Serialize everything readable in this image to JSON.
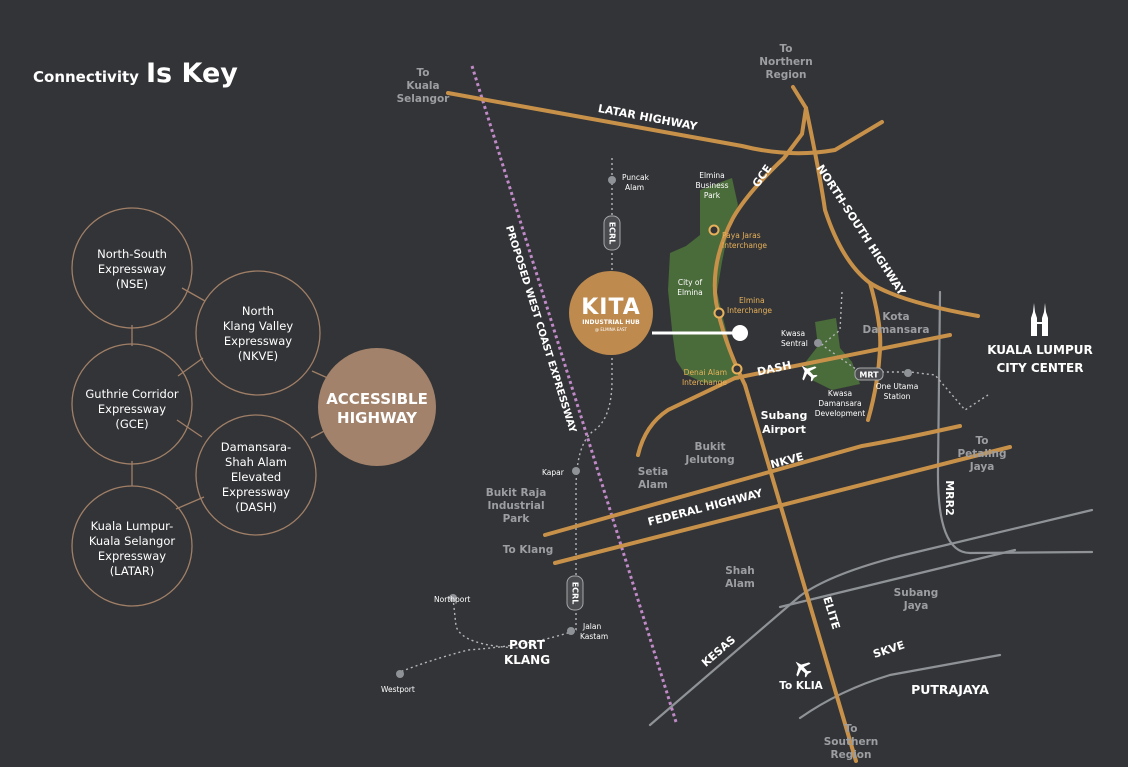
{
  "title": {
    "part1": "Connectivity",
    "part2": "Is Key"
  },
  "colors": {
    "background": "#333437",
    "highway": "#c8914a",
    "minor_road": "#8f9397",
    "proposed_expressway": "#c08ac8",
    "development_area": "#4a6b3a",
    "hub_badge": "#be8a4e",
    "center_circle": "#a2826b"
  },
  "infographic": {
    "center": {
      "line1": "ACCESSIBLE",
      "line2": "HIGHWAY"
    },
    "highways": [
      {
        "lines": [
          "North-South",
          "Expressway",
          "(NSE)"
        ]
      },
      {
        "lines": [
          "North",
          "Klang Valley",
          "Expressway",
          "(NKVE)"
        ]
      },
      {
        "lines": [
          "Guthrie Corridor",
          "Expressway",
          "(GCE)"
        ]
      },
      {
        "lines": [
          "Damansara-",
          "Shah Alam",
          "Elevated",
          "Expressway",
          "(DASH)"
        ]
      },
      {
        "lines": [
          "Kuala Lumpur-",
          "Kuala Selangor",
          "Expressway",
          "(LATAR)"
        ]
      }
    ]
  },
  "map": {
    "kita": {
      "logo": "KITA",
      "sub1": "INDUSTRIAL HUB",
      "sub2": "@ ELMINA EAST"
    },
    "road_labels": {
      "latar": "LATAR HIGHWAY",
      "gce": "GCE",
      "north_south": "NORTH-SOUTH HIGHWAY",
      "west_coast": "PROPOSED WEST COAST EXPRESSWAY",
      "dash": "DASH",
      "nkve": "NKVE",
      "federal": "FEDERAL HIGHWAY",
      "elite": "ELITE",
      "kesas": "KESAS",
      "skve": "SKVE",
      "mrr2": "MRR2",
      "mrt": "MRT",
      "ecrl_north": "ECRL",
      "ecrl_south": "ECRL"
    },
    "directions": {
      "kuala_selangor": [
        "To",
        "Kuala",
        "Selangor"
      ],
      "northern_region": [
        "To",
        "Northern",
        "Region"
      ],
      "petaling_jaya": [
        "To",
        "Petaling",
        "Jaya"
      ],
      "southern_region": [
        "To",
        "Southern",
        "Region"
      ],
      "klang": "To Klang",
      "klia": "To KLIA"
    },
    "places": {
      "puncak_alam": [
        "Puncak",
        "Alam"
      ],
      "elmina_business_park": [
        "Elmina",
        "Business",
        "Park"
      ],
      "paya_jaras": [
        "Paya Jaras",
        "Interchange"
      ],
      "city_of_elmina": [
        "City of",
        "Elmina"
      ],
      "elmina_interchange": [
        "Elmina",
        "Interchange"
      ],
      "denai_alam": [
        "Denai Alam",
        "Interchange"
      ],
      "kwasa_sentral": [
        "Kwasa",
        "Sentral"
      ],
      "kota_damansara": [
        "Kota",
        "Damansara"
      ],
      "one_utama": [
        "One Utama",
        "Station"
      ],
      "kwasa_damansara": [
        "Kwasa",
        "Damansara",
        "Development"
      ],
      "subang_airport": [
        "Subang",
        "Airport"
      ],
      "bukit_jelutong": [
        "Bukit",
        "Jelutong"
      ],
      "setia_alam": [
        "Setia",
        "Alam"
      ],
      "kapar": "Kapar",
      "bukit_raja": [
        "Bukit Raja",
        "Industrial",
        "Park"
      ],
      "shah_alam": [
        "Shah",
        "Alam"
      ],
      "subang_jaya": [
        "Subang",
        "Jaya"
      ],
      "putrajaya": "PUTRAJAYA",
      "northport": "Northport",
      "jalan_kastam": [
        "Jalan",
        "Kastam"
      ],
      "port_klang": [
        "PORT",
        "KLANG"
      ],
      "westport": "Westport",
      "kl_city_center": [
        "KUALA LUMPUR",
        "CITY CENTER"
      ]
    }
  }
}
